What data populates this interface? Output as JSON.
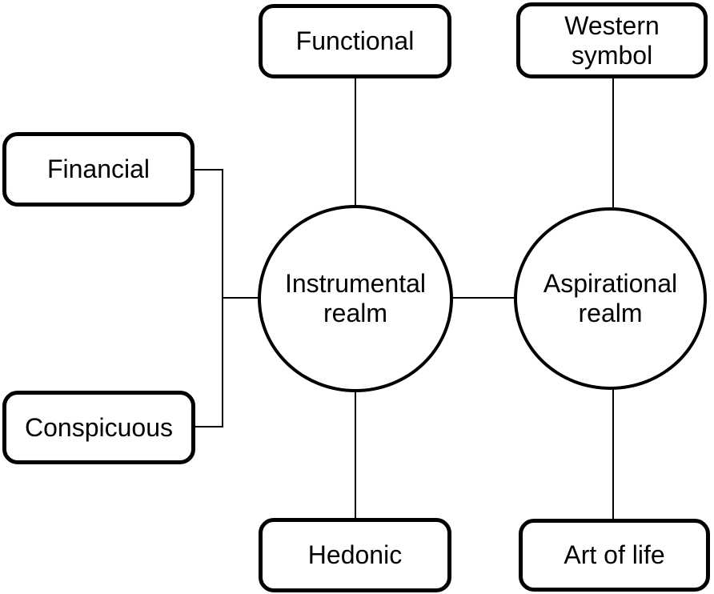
{
  "diagram": {
    "type": "concept-map",
    "background_color": "#ffffff",
    "stroke_color": "#000000",
    "text_color": "#000000",
    "nodes": {
      "functional": {
        "label": "Functional",
        "shape": "rounded-rectangle"
      },
      "western_symbol": {
        "label": "Western\nsymbol",
        "shape": "rounded-rectangle"
      },
      "financial": {
        "label": "Financial",
        "shape": "rounded-rectangle"
      },
      "conspicuous": {
        "label": "Conspicuous",
        "shape": "rounded-rectangle"
      },
      "hedonic": {
        "label": "Hedonic",
        "shape": "rounded-rectangle"
      },
      "art_of_life": {
        "label": "Art of life",
        "shape": "rounded-rectangle"
      },
      "instrumental_realm": {
        "label": "Instrumental\nrealm",
        "shape": "circle"
      },
      "aspirational_realm": {
        "label": "Aspirational\nrealm",
        "shape": "circle"
      }
    },
    "edges": [
      {
        "from": "functional",
        "to": "instrumental_realm"
      },
      {
        "from": "financial",
        "to": "instrumental_realm"
      },
      {
        "from": "conspicuous",
        "to": "instrumental_realm"
      },
      {
        "from": "hedonic",
        "to": "instrumental_realm"
      },
      {
        "from": "instrumental_realm",
        "to": "aspirational_realm"
      },
      {
        "from": "western_symbol",
        "to": "aspirational_realm"
      },
      {
        "from": "art_of_life",
        "to": "aspirational_realm"
      }
    ]
  }
}
